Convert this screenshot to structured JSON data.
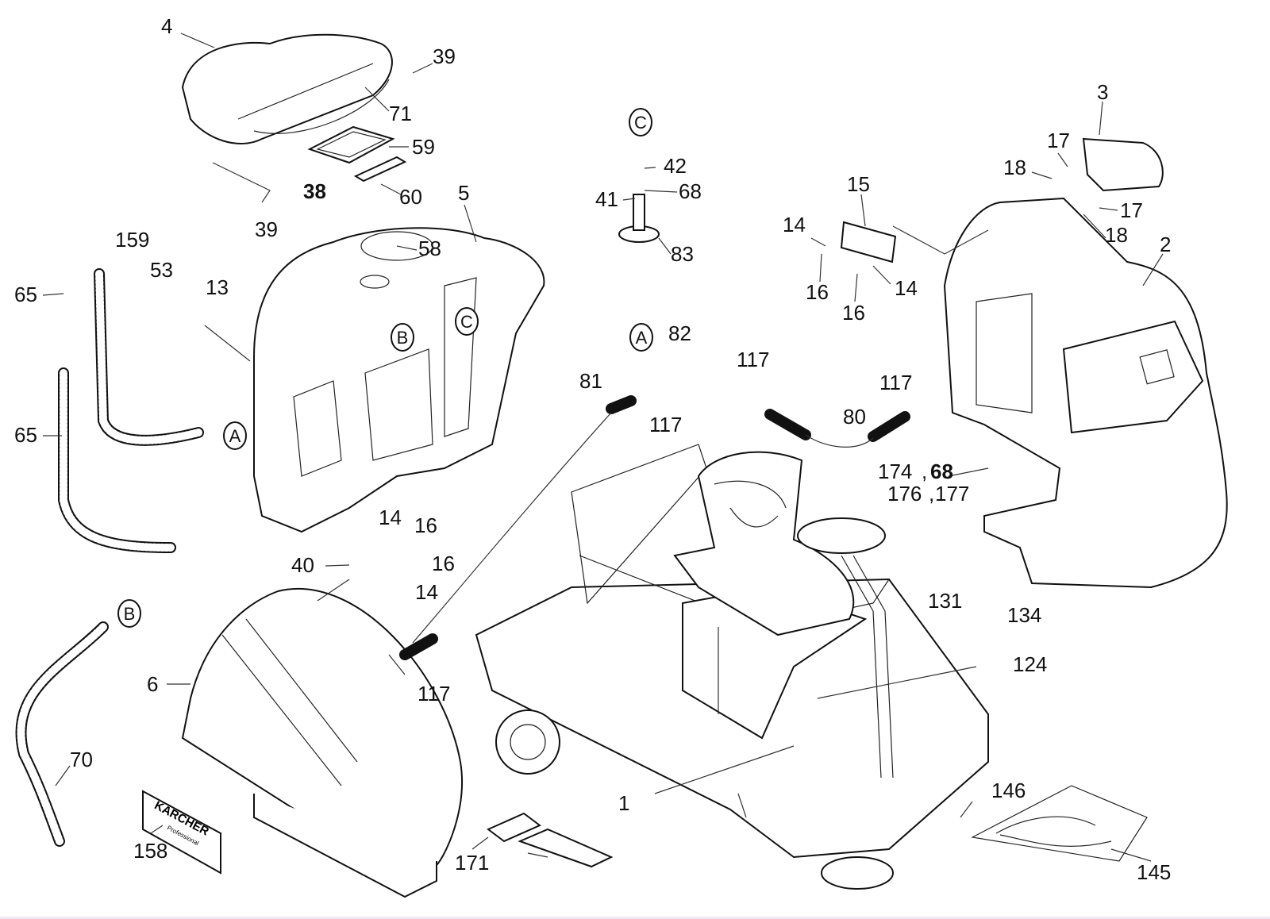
{
  "diagram": {
    "labels": [
      "4",
      "39",
      "71",
      "59",
      "38",
      "60",
      "39",
      "5",
      "58",
      "159",
      "53",
      "13",
      "65",
      "65",
      "42",
      "68",
      "41",
      "83",
      "3",
      "17",
      "18",
      "17",
      "18",
      "2",
      "15",
      "14",
      "16",
      "16",
      "14",
      "82",
      "117",
      "81",
      "117",
      "117",
      "80",
      "174",
      "68",
      "176",
      "177",
      "14",
      "16",
      "40",
      "16",
      "14",
      "6",
      "117",
      "131",
      "134",
      "124",
      "1",
      "146",
      "145",
      "70",
      "158",
      "171"
    ],
    "separators": [
      ",",
      ","
    ],
    "callouts": [
      "C",
      "A",
      "A",
      "B",
      "C",
      "B"
    ],
    "decal_158": {
      "brand": "KÄRCHER",
      "sub": "Professional"
    },
    "colors": {
      "line": "#111111",
      "background": "#ffffff",
      "bottom_strip": "#f1e6f7"
    }
  }
}
